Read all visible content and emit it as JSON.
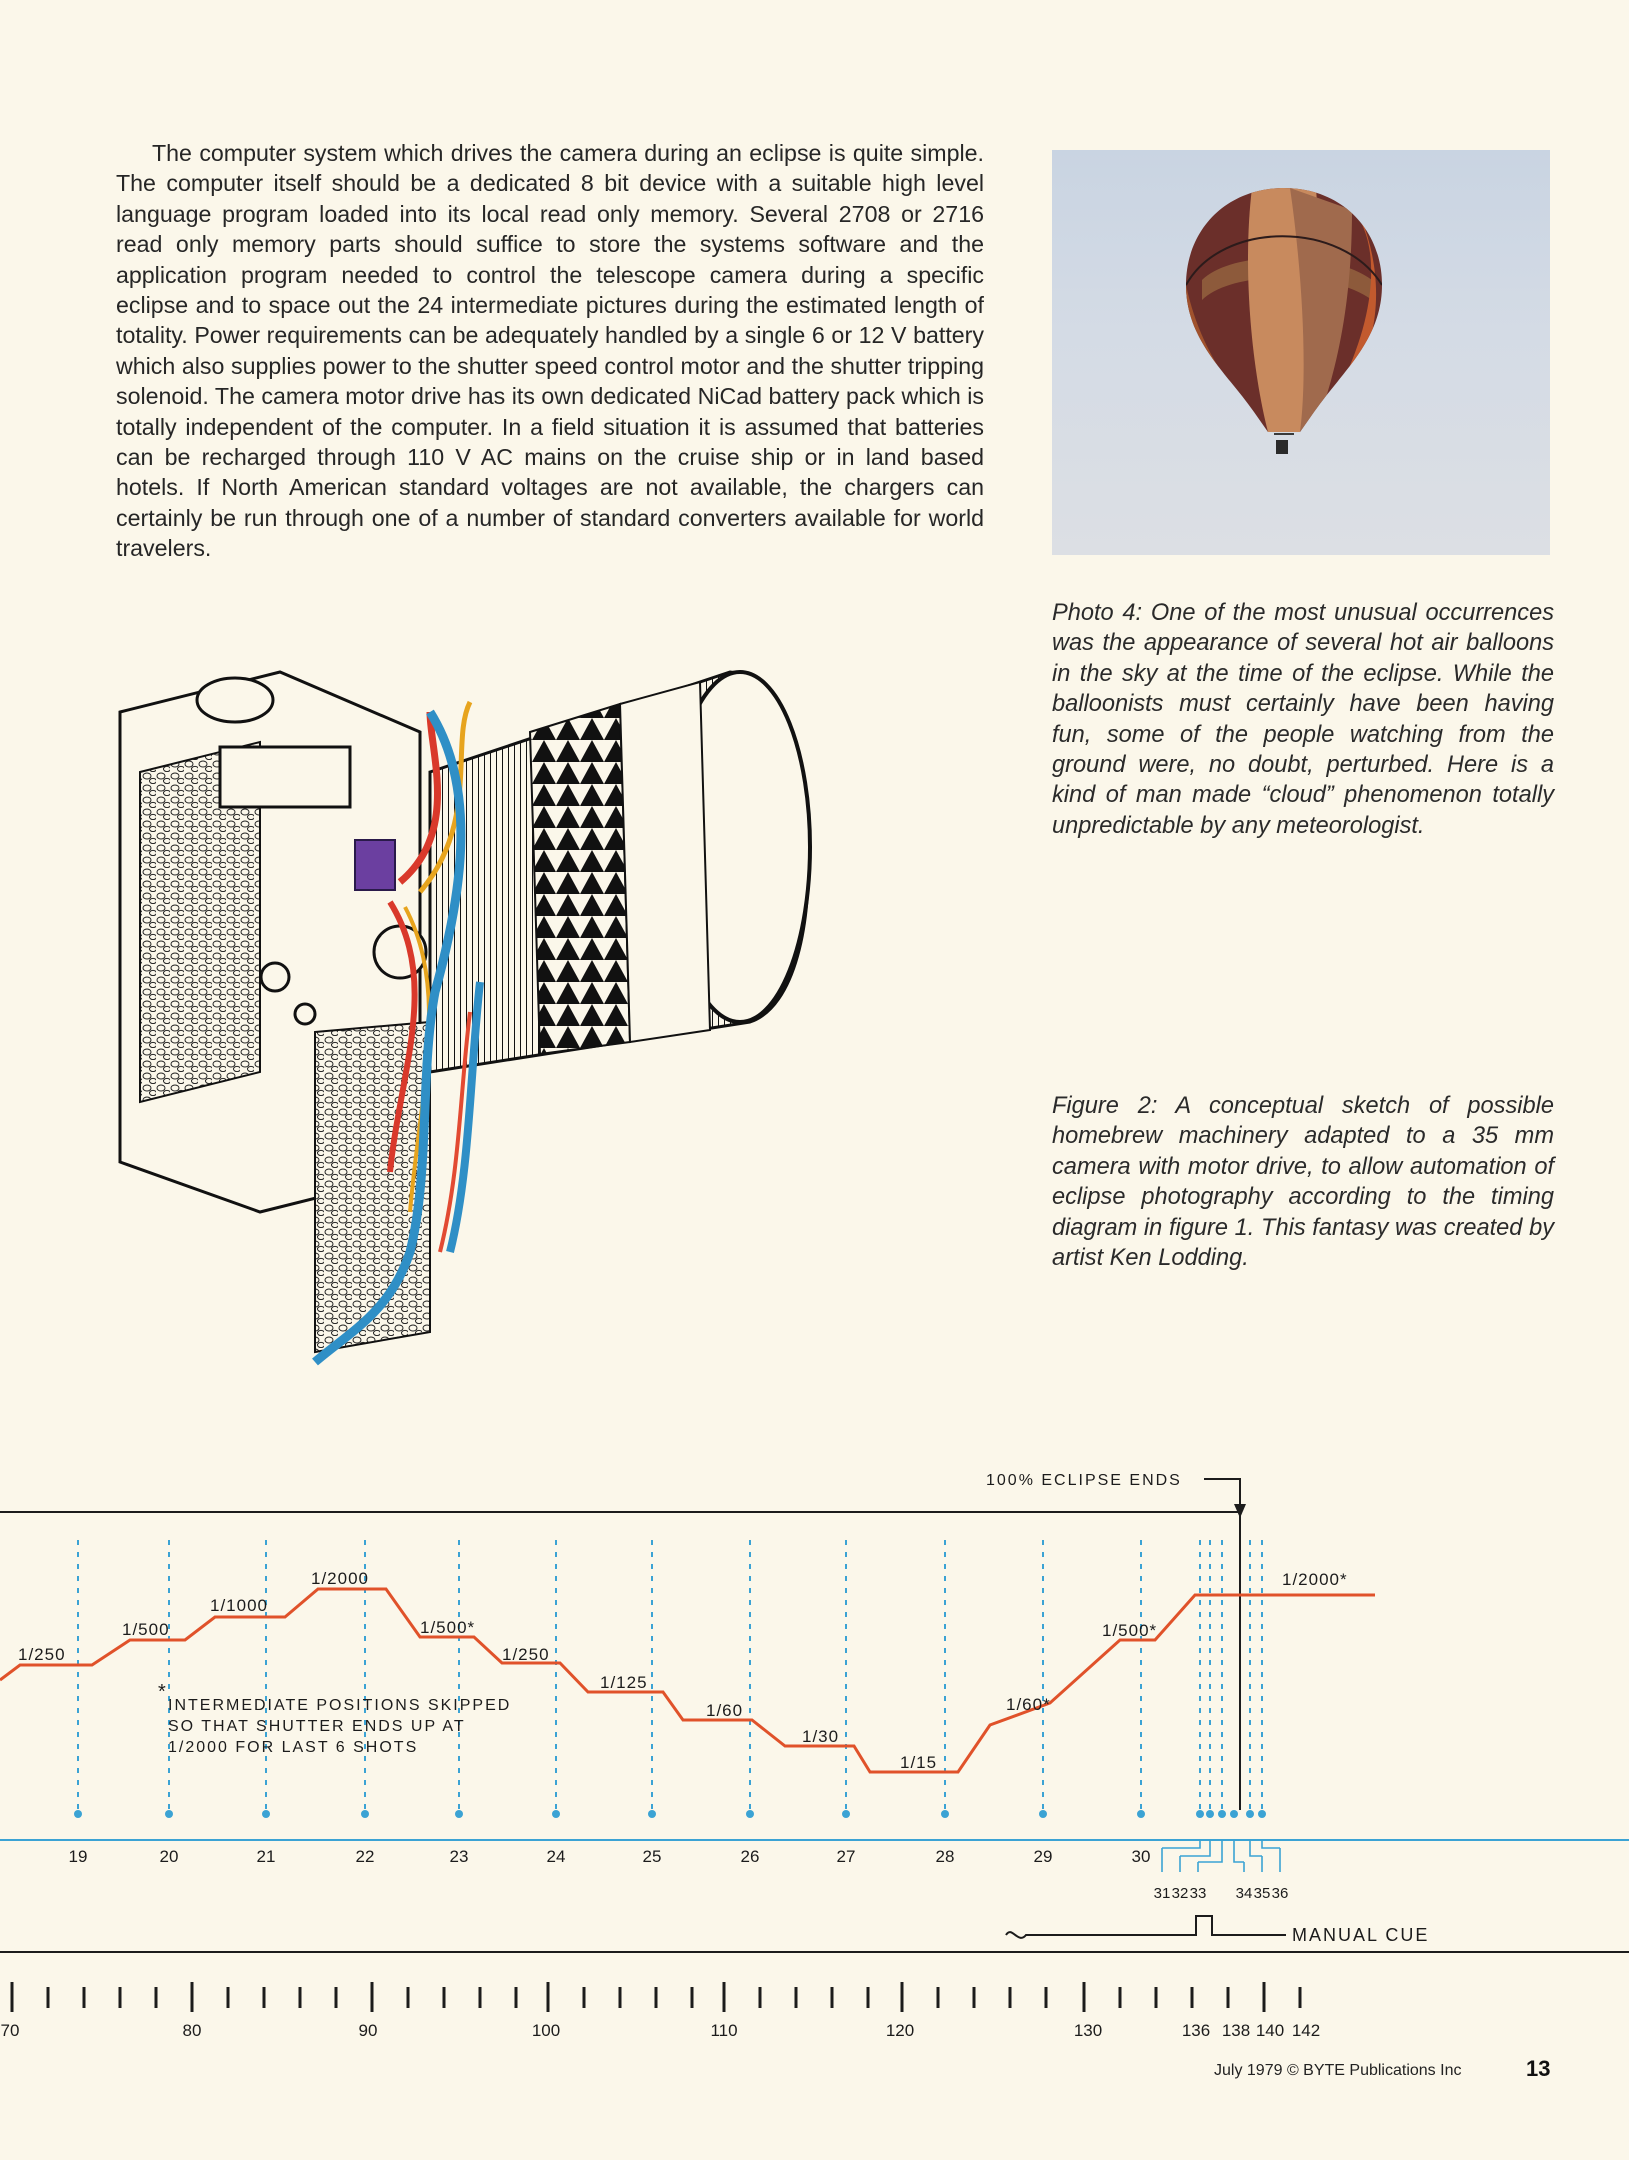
{
  "body": {
    "paragraph": "The computer system which drives the camera during an eclipse is quite simple. The computer itself should be a dedicated 8 bit device with a suitable high level language program loaded into its local read only memory. Several 2708 or 2716 read only memory parts should suffice to store the systems software and the application program needed to control the telescope camera during a specific eclipse and to space out the 24 intermediate pictures during the estimated length of totality. Power requirements can be adequately handled by a single 6 or 12 V battery which also supplies power to the shutter speed control motor and the shutter tripping solenoid. The camera motor drive has its own dedicated NiCad battery pack which is totally independent of the computer. In a field situation it is assumed that batteries can be recharged through 110 V AC mains on the cruise ship or in land based hotels. If North American standard voltages are not available, the chargers can certainly be run through one of a number of standard converters available for world travelers."
  },
  "captions": {
    "photo4": "Photo 4: One of the most unusual occurrences was the appearance of several hot air balloons in the sky at the time of the eclipse. While the balloonists must certainly have been having fun, some of the people watching from the ground were, no doubt, perturbed. Here is a kind of man made “cloud” phenomenon totally unpredictable by any meteorologist.",
    "figure2": "Figure 2: A conceptual sketch of possible homebrew machinery adapted to a 35 mm camera with motor drive, to allow automation of eclipse photography according to the timing diagram in figure 1. This fantasy was created by artist Ken Lodding."
  },
  "timing_diagram": {
    "eclipse_ends_label": "100% ECLIPSE ENDS",
    "note_asterisk": "*",
    "note_lines": [
      "INTERMEDIATE POSITIONS SKIPPED",
      "SO THAT SHUTTER ENDS UP AT",
      "1/2000 FOR LAST 6 SHOTS"
    ],
    "shutter_labels": [
      "1/250",
      "1/500",
      "1/1000",
      "1/2000",
      "1/500*",
      "1/250",
      "1/125",
      "1/60",
      "1/30",
      "1/15",
      "1/60*",
      "1/500*",
      "1/2000*"
    ],
    "shot_numbers": [
      "19",
      "20",
      "21",
      "22",
      "23",
      "24",
      "25",
      "26",
      "27",
      "28",
      "29",
      "30"
    ],
    "final_shots": [
      "31",
      "32",
      "33",
      "34",
      "35",
      "36"
    ],
    "manual_cue_label": "MANUAL CUE",
    "scale_labels": [
      "70",
      "80",
      "90",
      "100",
      "110",
      "120",
      "130",
      "136",
      "138",
      "140",
      "142"
    ],
    "colors": {
      "shutter_trace": "#e0522a",
      "shot_lines": "#3ba3d4"
    }
  },
  "footer": {
    "credit": "July 1979 © BYTE Publications Inc",
    "page_number": "13"
  }
}
